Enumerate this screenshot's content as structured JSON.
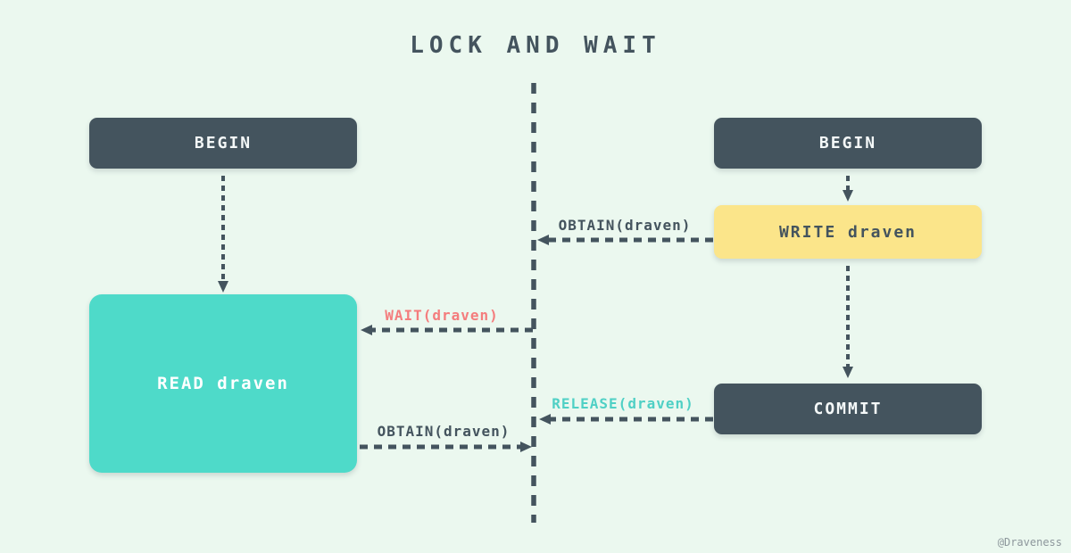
{
  "title": "LOCK AND WAIT",
  "watermark": "@Draveness",
  "colors": {
    "background": "#ebf8ef",
    "node_dark": "#44545e",
    "node_teal": "#4edac9",
    "node_yellow": "#fbe58a",
    "node_text_light": "#f4f8f8",
    "edge_stroke": "#44545e",
    "wait_label": "#f47d7d",
    "release_label": "#4fd0c5",
    "watermark_gray": "#8d979c"
  },
  "nodes": {
    "left_begin": "BEGIN",
    "read": "READ draven",
    "right_begin": "BEGIN",
    "write": "WRITE draven",
    "commit": "COMMIT"
  },
  "edges": {
    "obtain_from_write": "OBTAIN(draven)",
    "wait_to_read": "WAIT(draven)",
    "release_from_commit": "RELEASE(draven)",
    "obtain_from_read": "OBTAIN(draven)"
  }
}
